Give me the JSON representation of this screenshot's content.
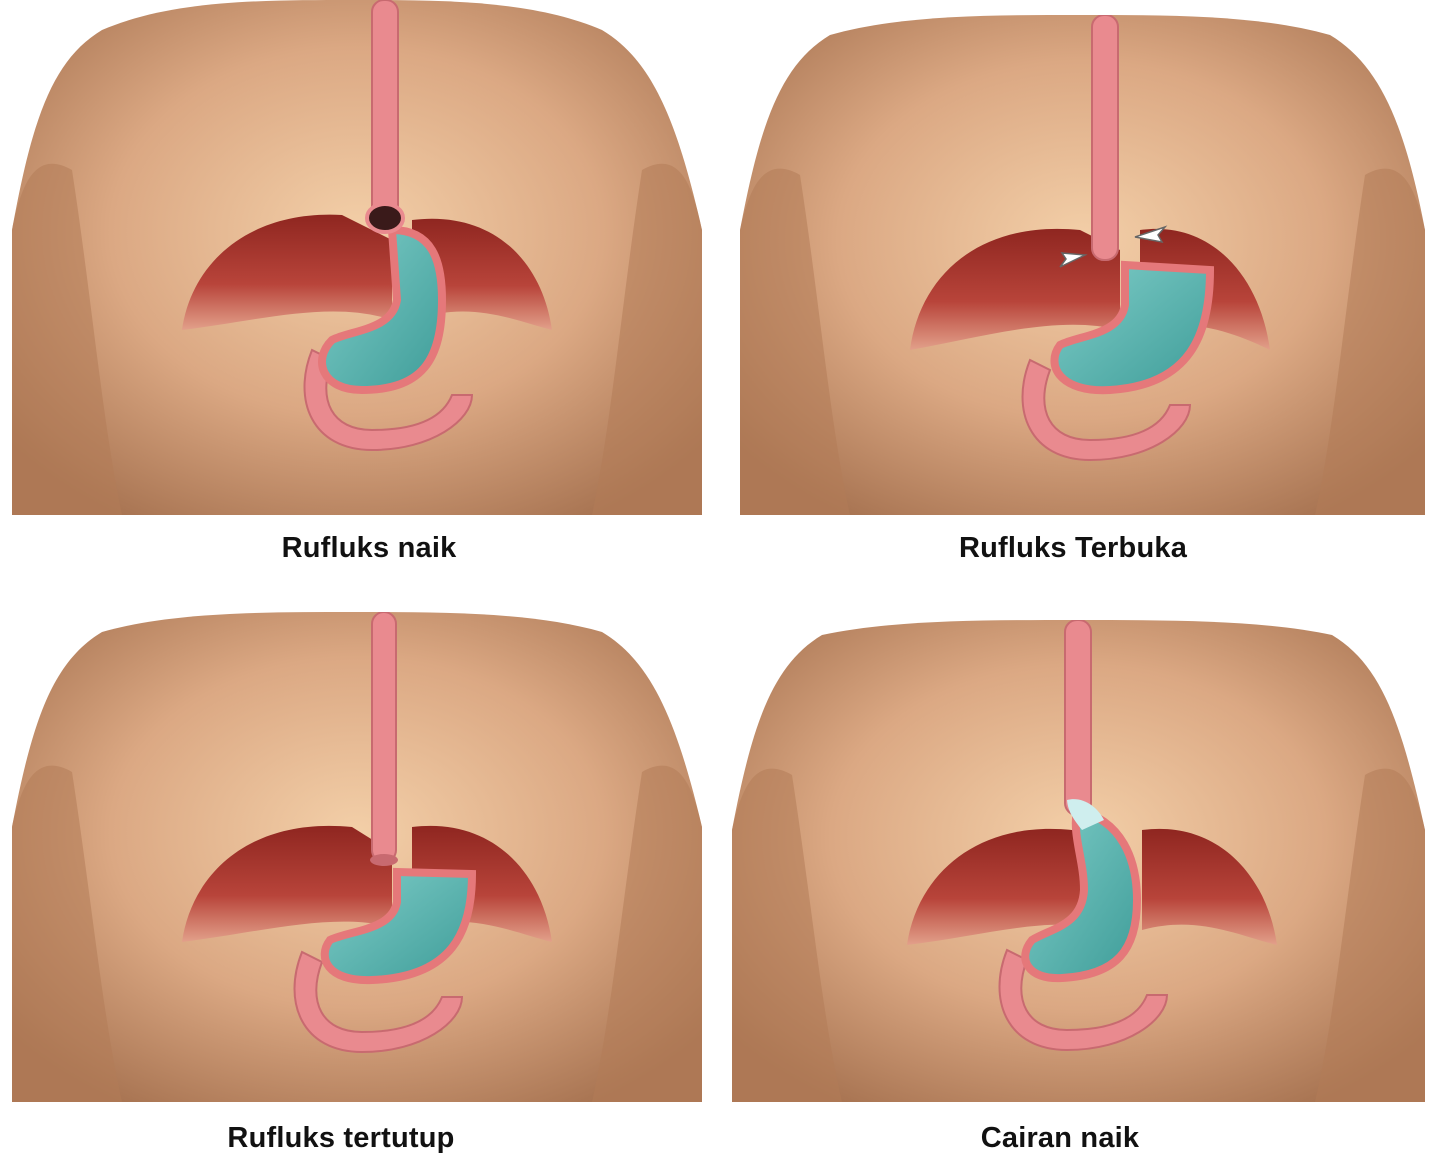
{
  "panels": [
    {
      "caption": "Rufluks naik",
      "state": "lower-sphincter-open"
    },
    {
      "caption": "Rufluks Terbuka",
      "state": "sphincter-opening-arrows"
    },
    {
      "caption": "Rufluks tertutup",
      "state": "sphincter-closed"
    },
    {
      "caption": "Cairan naik",
      "state": "fluid-rising"
    }
  ],
  "colors": {
    "skin": "#dba883",
    "skin_shadow": "#a87452",
    "esophagus": "#e98a8f",
    "diaphragm": "#a8302a",
    "stomach_fluid": "#5fb8b4",
    "stomach_wall": "#e5787a"
  }
}
